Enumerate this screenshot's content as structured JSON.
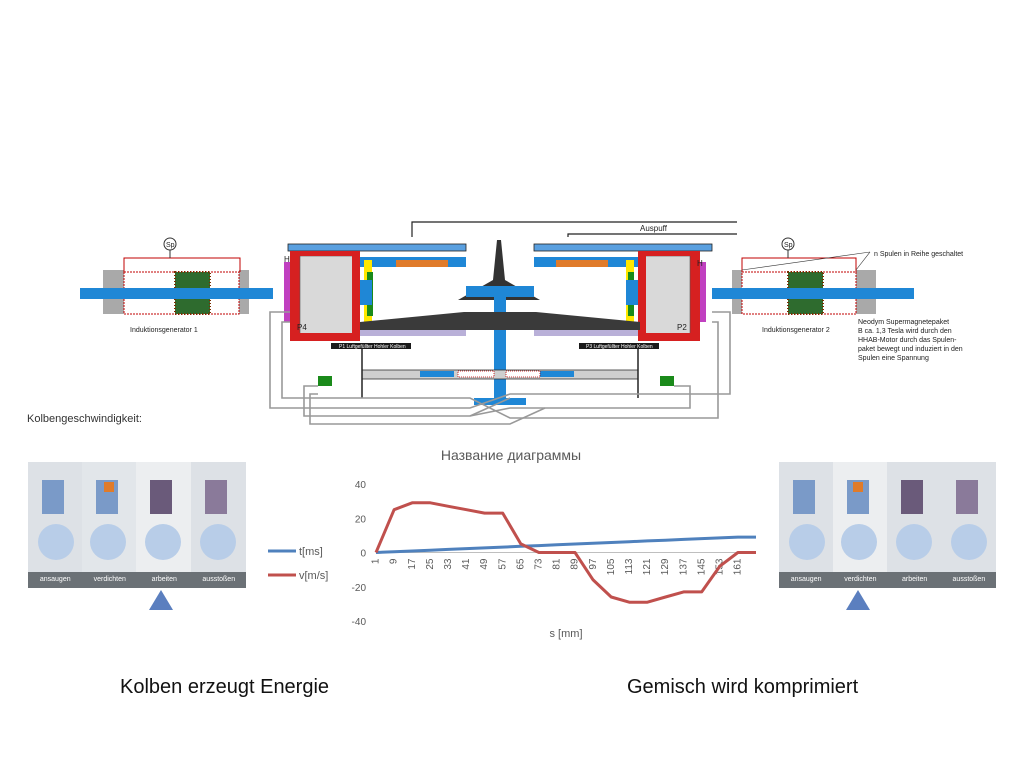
{
  "schematic": {
    "auspuff": "Auspuff",
    "gen_left": "Induktionsgenerator 1",
    "gen_right": "Induktionsgenerator 2",
    "coil_note": "n Spulen in Reihe geschaltet",
    "magnet_note": [
      "Neodym Supermagnetepaket",
      "B ca. 1,3 Tesla wird durch den",
      "HHAB-Motor durch das Spulen-",
      "paket bewegt und induziert in den",
      "Spulen eine Spannung"
    ],
    "gauge": "Sp",
    "h_left": "H",
    "h_right": "H",
    "p4": "P4",
    "p2": "P2",
    "piston_left_label": "P1 Luftgefüllter Hohler Kolben",
    "piston_right_label": "P3 Luftgefüllter Hohler Kolben"
  },
  "kolben_label": "Kolbengeschwindigkeit:",
  "strip_left": {
    "labels": [
      "ansaugen",
      "verdichten",
      "arbeiten",
      "ausstoßen"
    ],
    "selected": 2
  },
  "strip_right": {
    "labels": [
      "ansaugen",
      "verdichten",
      "arbeiten",
      "ausstoßen"
    ],
    "selected": 1
  },
  "captions": {
    "left": "Kolben erzeugt Energie",
    "right": "Gemisch wird komprimiert"
  },
  "colors": {
    "blue_series": "#4f81bd",
    "red_series": "#c0504d",
    "pointer": "#5b7fbf"
  },
  "chart_data": {
    "type": "line",
    "title": "Название диаграммы",
    "xlabel": "s [mm]",
    "ylabel": "",
    "ylim": [
      -40,
      40
    ],
    "yticks": [
      40,
      20,
      0,
      -20,
      -40
    ],
    "xticks": [
      "1",
      "9",
      "17",
      "25",
      "33",
      "41",
      "49",
      "57",
      "65",
      "73",
      "81",
      "89",
      "97",
      "105",
      "113",
      "121",
      "129",
      "137",
      "145",
      "153",
      "161"
    ],
    "x": [
      1,
      9,
      17,
      25,
      33,
      41,
      49,
      57,
      65,
      73,
      81,
      89,
      97,
      105,
      113,
      121,
      129,
      137,
      145,
      153,
      161,
      169
    ],
    "series": [
      {
        "name": "t[ms]",
        "color": "#4f81bd",
        "values": [
          0,
          0.45,
          0.9,
          1.35,
          1.8,
          2.25,
          2.7,
          3.15,
          3.6,
          4.05,
          4.5,
          4.95,
          5.4,
          5.85,
          6.3,
          6.75,
          7.2,
          7.65,
          8.1,
          8.55,
          9.0,
          9.0
        ]
      },
      {
        "name": "v[m/s]",
        "color": "#c0504d",
        "values": [
          0,
          25,
          29,
          29,
          27,
          25,
          23,
          23,
          5,
          0,
          0,
          0,
          -16,
          -26,
          -29,
          -29,
          -26,
          -23,
          -23,
          -8,
          0,
          0
        ]
      }
    ],
    "legend": "left",
    "grid": false
  }
}
